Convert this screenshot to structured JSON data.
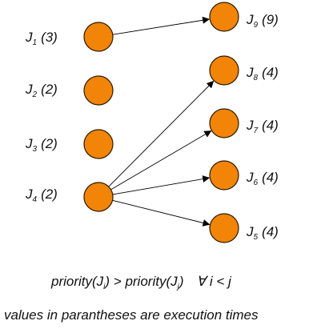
{
  "colors": {
    "node_fill": "#f28407",
    "node_stroke": "#2a1a00",
    "edge": "#000000",
    "text": "#111111"
  },
  "nodes": [
    {
      "id": "J1",
      "letter": "J",
      "sub": "1",
      "value": "(3)"
    },
    {
      "id": "J2",
      "letter": "J",
      "sub": "2",
      "value": "(2)"
    },
    {
      "id": "J3",
      "letter": "J",
      "sub": "3",
      "value": "(2)"
    },
    {
      "id": "J4",
      "letter": "J",
      "sub": "4",
      "value": "(2)"
    },
    {
      "id": "J9",
      "letter": "J",
      "sub": "9",
      "value": "(9)"
    },
    {
      "id": "J8",
      "letter": "J",
      "sub": "8",
      "value": "(4)"
    },
    {
      "id": "J7",
      "letter": "J",
      "sub": "7",
      "value": "(4)"
    },
    {
      "id": "J6",
      "letter": "J",
      "sub": "6",
      "value": "(4)"
    },
    {
      "id": "J5",
      "letter": "J",
      "sub": "5",
      "value": "(4)"
    }
  ],
  "edges": [
    {
      "from": "J1",
      "to": "J9"
    },
    {
      "from": "J4",
      "to": "J8"
    },
    {
      "from": "J4",
      "to": "J7"
    },
    {
      "from": "J4",
      "to": "J6"
    },
    {
      "from": "J4",
      "to": "J5"
    }
  ],
  "formula": {
    "lhs": "priority(J",
    "lhs_sub": "i",
    "mid": ") > priority(J",
    "rhs_sub": "j",
    "close": ")",
    "quantifier": "∀ i < j"
  },
  "caption": "values in parantheses are execution times"
}
